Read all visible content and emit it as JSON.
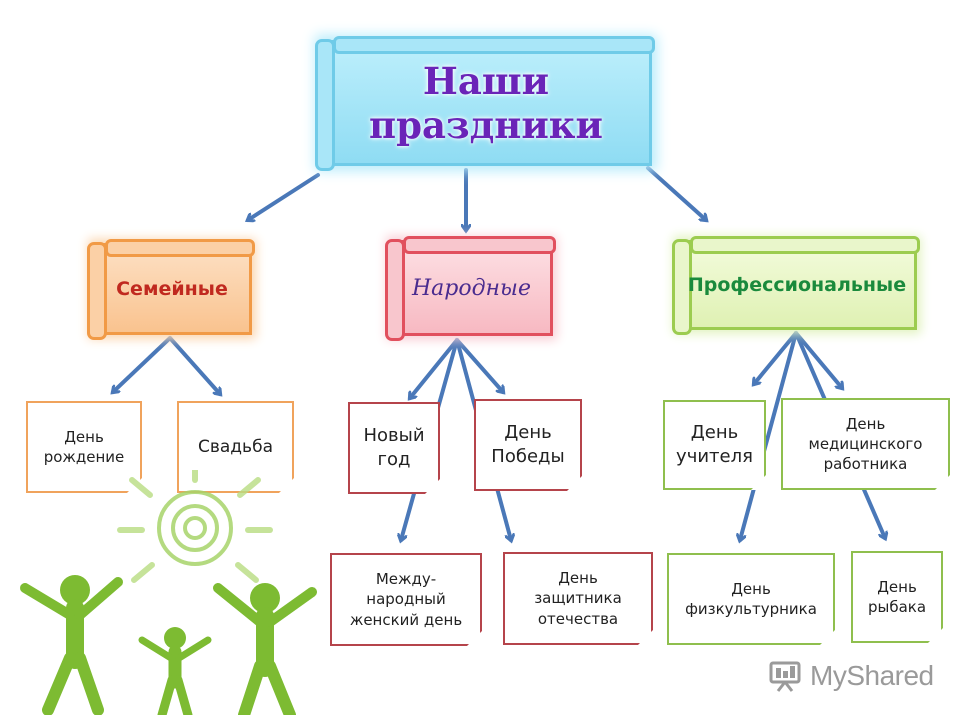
{
  "title": "Наши праздники",
  "categories": [
    {
      "id": "family",
      "label": "Семейные",
      "items": [
        "День рождение",
        "Свадьба"
      ]
    },
    {
      "id": "folk",
      "label": "Народные",
      "items": [
        "Новый год",
        "День Победы",
        "Между-народный женский день",
        "День защитника отечества"
      ]
    },
    {
      "id": "prof",
      "label": "Профессиональные",
      "items": [
        "День учителя",
        "День медицинского работника",
        "День физкультурника",
        "День рыбака"
      ]
    }
  ],
  "notes": {
    "birthday": [
      "День",
      "рождение"
    ],
    "wedding": [
      "Свадьба"
    ],
    "new_year": [
      "Новый",
      "год"
    ],
    "victory": [
      "День",
      "Победы"
    ],
    "womens_day": [
      "Между-",
      "народный",
      "женский день"
    ],
    "defender": [
      "День",
      "защитника",
      "отечества"
    ],
    "teacher": [
      "День",
      "учителя"
    ],
    "medic": [
      "День",
      "медицинского",
      "работника"
    ],
    "sports": [
      "День",
      "физкультурника"
    ],
    "fisher": [
      "День",
      "рыбака"
    ]
  },
  "watermark": {
    "text": "MyShared"
  },
  "colors": {
    "arrow": "#4a78b8",
    "title_text": "#6a24b8",
    "family_text": "#c0291f",
    "folk_text": "#4a2c8f",
    "prof_text": "#1a8a3c",
    "figures": "#7dbb32"
  }
}
